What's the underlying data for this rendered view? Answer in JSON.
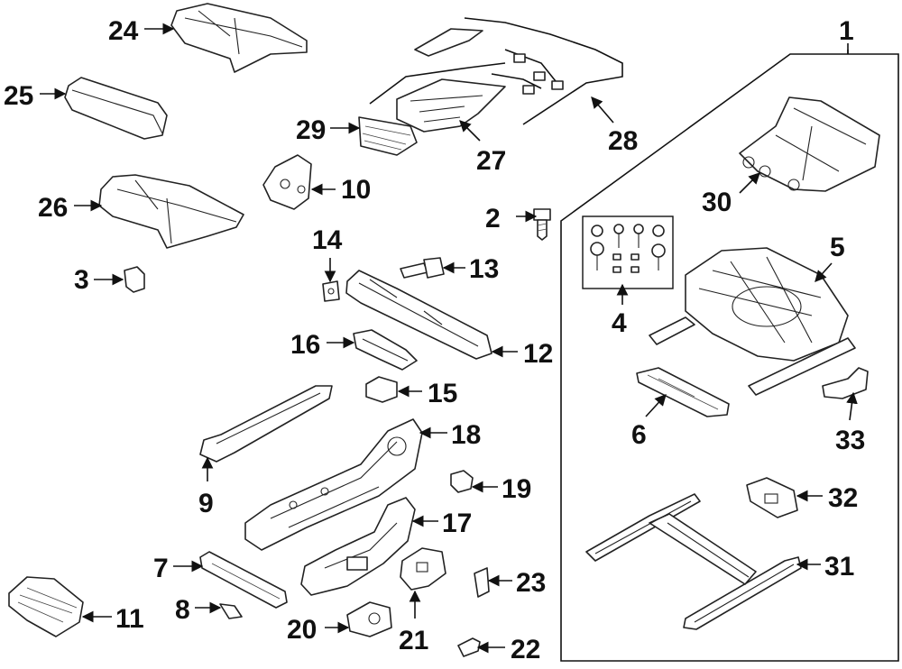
{
  "diagram": {
    "callouts": {
      "c1": "1",
      "c2": "2",
      "c3": "3",
      "c4": "4",
      "c5": "5",
      "c6": "6",
      "c7": "7",
      "c8": "8",
      "c9": "9",
      "c10": "10",
      "c11": "11",
      "c12": "12",
      "c13": "13",
      "c14": "14",
      "c15": "15",
      "c16": "16",
      "c17": "17",
      "c18": "18",
      "c19": "19",
      "c20": "20",
      "c21": "21",
      "c22": "22",
      "c23": "23",
      "c24": "24",
      "c25": "25",
      "c26": "26",
      "c27": "27",
      "c28": "28",
      "c29": "29",
      "c30": "30",
      "c31": "31",
      "c32": "32",
      "c33": "33"
    }
  }
}
